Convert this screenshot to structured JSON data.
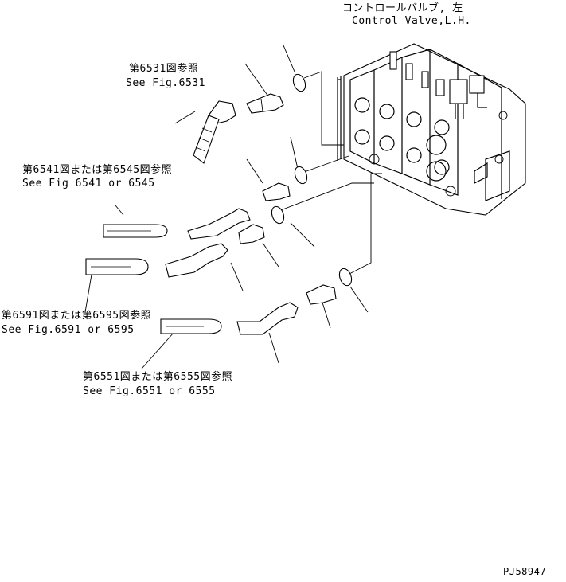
{
  "title": {
    "jp": "コントロールバルブ, 左",
    "en": "Control Valve,L.H."
  },
  "refs": {
    "r6531": {
      "jp": "第6531図参照",
      "en": "See Fig.6531"
    },
    "r6541": {
      "jp": "第6541図または第6545図参照",
      "en": "See Fig 6541 or 6545"
    },
    "r6591": {
      "jp": "第6591図または第6595図参照",
      "en": "See Fig.6591 or 6595"
    },
    "r6551": {
      "jp": "第6551図または第6555図参照",
      "en": "See Fig.6551 or 6555"
    }
  },
  "drawing_id": "PJ58947"
}
